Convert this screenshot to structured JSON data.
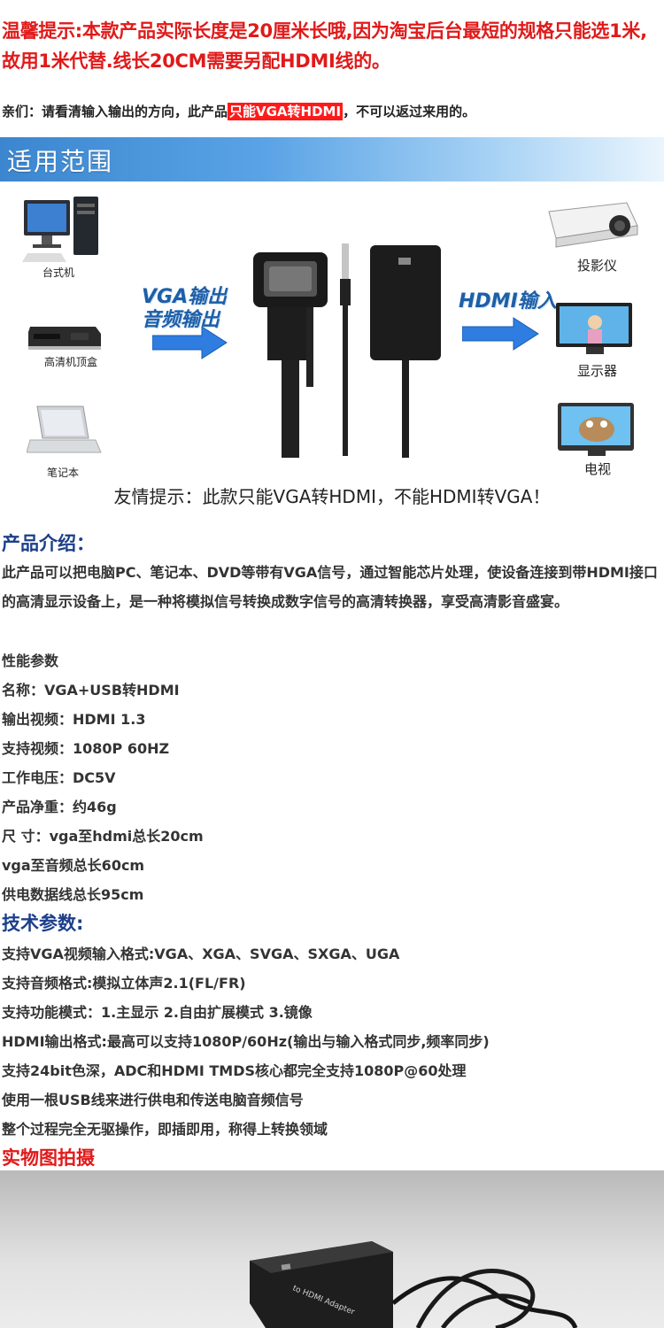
{
  "warning": {
    "text": "温馨提示:本款产品实际长度是20厘米长哦,因为淘宝后台最短的规格只能选1米,故用1米代替.线长20CM需要另配HDMI线的。"
  },
  "notice": {
    "prefix": "亲们：请看清输入输出的方向，此产品",
    "highlight": "只能VGA转HDMI",
    "suffix": "，不可以返过来用的。",
    "highlight_color": "#ff1a1a"
  },
  "banner": {
    "title": "适用范围",
    "color": "#3b86cf"
  },
  "diagram": {
    "inputs": [
      "台式机",
      "高清机顶盒",
      "笔记本"
    ],
    "outputs": [
      "投影仪",
      "显示器",
      "电视"
    ],
    "left_arrow_text": [
      "VGA输出",
      "音频输出"
    ],
    "right_arrow_text": "HDMI输入",
    "tip": "友情提示：此款只能VGA转HDMI，不能HDMI转VGA！"
  },
  "intro": {
    "title": "产品介绍：",
    "paragraph": "此产品可以把电脑PC、笔记本、DVD等带有VGA信号，通过智能芯片处理，使设备连接到带HDMI接口的高清显示设备上，是一种将模拟信号转换成数字信号的高清转换器，享受高清影音盛宴。",
    "specs": [
      "性能参数",
      "名称：VGA+USB转HDMI",
      "输出视频：HDMI 1.3",
      "支持视频：1080P 60HZ",
      "工作电压：DC5V",
      "产品净重：约46g",
      "尺 寸：vga至hdmi总长20cm",
      "vga至音频总长60cm",
      "供电数据线总长95cm"
    ]
  },
  "tech": {
    "title": "技术参数:",
    "lines": [
      "支持VGA视频输入格式:VGA、XGA、SVGA、SXGA、UGA",
      "支持音频格式:模拟立体声2.1(FL/FR)",
      "支持功能模式：1.主显示 2.自由扩展模式 3.镜像",
      "HDMI输出格式:最高可以支持1080P/60Hz(输出与输入格式同步,频率同步)",
      "支持24bit色深，ADC和HDMI TMDS核心都完全支持1080P@60处理",
      "使用一根USB线来进行供电和传送电脑音频信号",
      "整个过程完全无驱操作，即插即用，称得上转换领域"
    ]
  },
  "photo": {
    "title": "实物图拍摄",
    "device_text": "to HDMI Adapter"
  }
}
